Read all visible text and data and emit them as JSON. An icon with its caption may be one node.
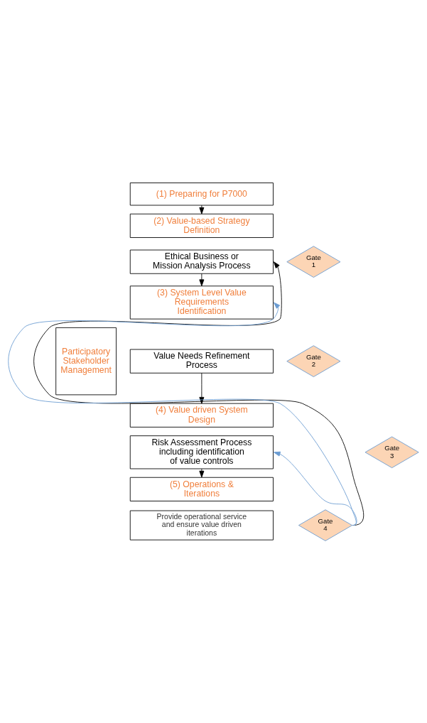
{
  "diagram": {
    "nodes": [
      {
        "text": [
          "(1) Preparing for P7000"
        ]
      },
      {
        "text": [
          "(2) Value-based Strategy Definition"
        ]
      },
      {
        "text": [
          "Ethical Business or Mission Analysis Process"
        ]
      },
      {
        "text": [
          "(3) System Level Value Requirements Identification"
        ]
      },
      {
        "text": [
          "Value Needs Refinement Process"
        ]
      },
      {
        "text": [
          "(4) Value driven System Design"
        ]
      },
      {
        "text": [
          "Risk Assessment Process including identification of value controls"
        ]
      },
      {
        "text": [
          "(5) Operations & Iterations"
        ]
      },
      {
        "text": [
          "Provide operational service and ensure value driven iterations"
        ]
      },
      {
        "text": [
          "Gate 1"
        ]
      },
      {
        "text": [
          "Gate 2"
        ]
      },
      {
        "text": [
          "Gate 3"
        ]
      },
      {
        "text": [
          "Gate 4"
        ]
      },
      {
        "text": [
          "Participatory Stakeholder Management"
        ]
      }
    ],
    "edges": [
      {
        "from": 0,
        "to": 1,
        "arrow": "to"
      },
      {
        "from": 2,
        "to": 3,
        "arrow": "to"
      },
      {
        "from": 4,
        "to": 5,
        "arrow": "to"
      },
      {
        "from": 6,
        "to": 7,
        "arrow": "to"
      },
      {
        "from": 12,
        "to": 2,
        "arrow": "to"
      },
      {
        "from": 12,
        "to": 3,
        "arrow": "to",
        "color": "#6a9bd1"
      },
      {
        "from": 12,
        "to": 6,
        "arrow": "to",
        "color": "#6a9bd1"
      }
    ]
  }
}
